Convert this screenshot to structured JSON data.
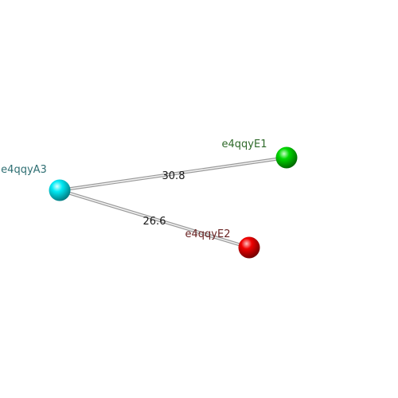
{
  "nodes": [
    {
      "id": "A3",
      "label": "e4qqyA3",
      "color": "#00e5f0",
      "label_color": "#2f6f73"
    },
    {
      "id": "E1",
      "label": "e4qqyE1",
      "color": "#00d200",
      "label_color": "#2f6a2a"
    },
    {
      "id": "E2",
      "label": "e4qqyE2",
      "color": "#ee0000",
      "label_color": "#6a2424"
    }
  ],
  "edges": [
    {
      "from": "A3",
      "to": "E1",
      "label": "30.8"
    },
    {
      "from": "A3",
      "to": "E2",
      "label": "26.6"
    }
  ]
}
